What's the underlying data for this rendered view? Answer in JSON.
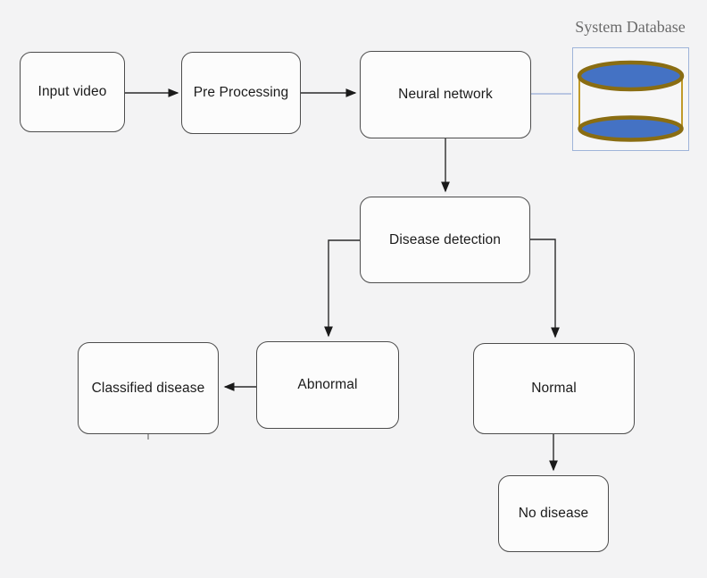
{
  "diagram": {
    "type": "flowchart",
    "nodes": {
      "input_video": {
        "label": "Input video"
      },
      "pre_processing": {
        "label": "Pre Processing"
      },
      "neural_network": {
        "label": "Neural network"
      },
      "system_database": {
        "label": "System Database"
      },
      "disease_detection": {
        "label": "Disease detection"
      },
      "abnormal": {
        "label": "Abnormal"
      },
      "classified_disease": {
        "label": "Classified disease"
      },
      "normal": {
        "label": "Normal"
      },
      "no_disease": {
        "label": "No disease"
      }
    },
    "edges": [
      {
        "from": "input_video",
        "to": "pre_processing",
        "style": "arrow"
      },
      {
        "from": "pre_processing",
        "to": "neural_network",
        "style": "arrow"
      },
      {
        "from": "neural_network",
        "to": "system_database",
        "style": "plain-line",
        "color": "#a6b8dc"
      },
      {
        "from": "neural_network",
        "to": "disease_detection",
        "style": "arrow"
      },
      {
        "from": "disease_detection",
        "to": "abnormal",
        "style": "arrow-elbow"
      },
      {
        "from": "disease_detection",
        "to": "normal",
        "style": "arrow-elbow"
      },
      {
        "from": "abnormal",
        "to": "classified_disease",
        "style": "arrow"
      },
      {
        "from": "normal",
        "to": "no_disease",
        "style": "arrow"
      }
    ],
    "colors": {
      "canvas_bg": "#f3f3f4",
      "node_bg": "#fcfcfc",
      "node_border": "#4d4d4d",
      "connector": "#2b2b2b",
      "db_frame_border": "#9fb4d9",
      "db_link_line": "#a6b8dc",
      "db_ellipse_fill": "#4472c4",
      "db_ellipse_stroke": "#8a6d12",
      "db_side_line": "#c09a2a",
      "db_label_color": "#6b6b6b"
    }
  }
}
